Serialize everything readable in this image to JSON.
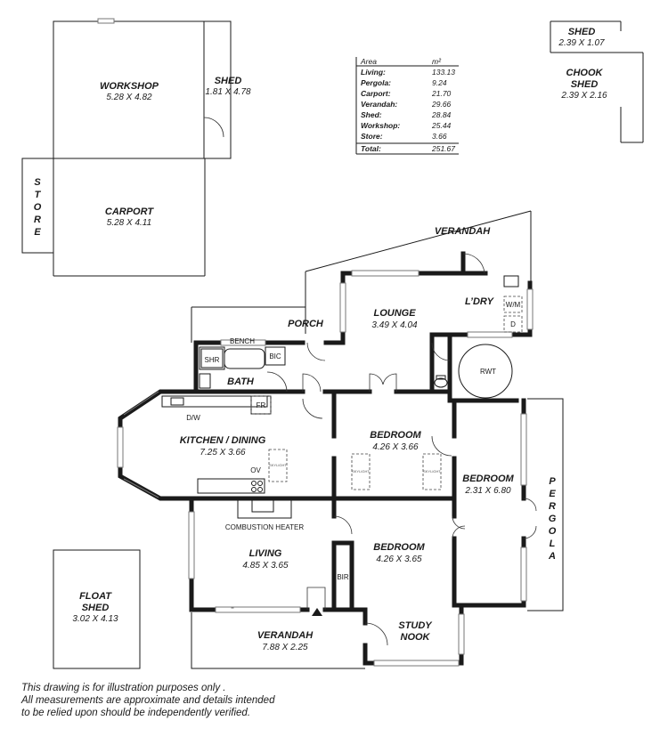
{
  "rooms": {
    "workshop": {
      "name": "WORKSHOP",
      "dims": "5.28 X 4.82"
    },
    "shed_main": {
      "name": "SHED",
      "dims": "1.81 X 4.78"
    },
    "store": {
      "name": "STORE"
    },
    "carport": {
      "name": "CARPORT",
      "dims": "5.28 X 4.11"
    },
    "shed_small": {
      "name": "SHED",
      "dims": "2.39 X 1.07"
    },
    "chook_shed": {
      "name1": "CHOOK",
      "name2": "SHED",
      "dims": "2.39 X 2.16"
    },
    "verandah_top": {
      "name": "VERANDAH"
    },
    "porch": {
      "name": "PORCH"
    },
    "lounge": {
      "name": "LOUNGE",
      "dims": "3.49 X 4.04"
    },
    "laundry": {
      "name": "L’DRY"
    },
    "bath": {
      "name": "BATH"
    },
    "kitchen_dining": {
      "name": "KITCHEN / DINING",
      "dims": "7.25 X 3.66"
    },
    "bedroom_center": {
      "name": "BEDROOM",
      "dims": "4.26 X 3.66"
    },
    "bedroom_right": {
      "name": "BEDROOM",
      "dims": "2.31 X 6.80"
    },
    "pergola": {
      "name": "PERGOLA"
    },
    "living": {
      "name": "LIVING",
      "dims": "4.85 X 3.65"
    },
    "bedroom_lower": {
      "name": "BEDROOM",
      "dims": "4.26 X 3.65"
    },
    "study_nook": {
      "name1": "STUDY",
      "name2": "NOOK"
    },
    "verandah_bottom": {
      "name": "VERANDAH",
      "dims": "7.88 X 2.25"
    },
    "float_shed": {
      "name1": "FLOAT",
      "name2": "SHED",
      "dims": "3.02 X 4.13"
    }
  },
  "fixtures": {
    "bench": "BENCH",
    "shower": "SHR",
    "bic": "BIC",
    "fridge": "FR",
    "dishwasher": "D/W",
    "oven": "OV",
    "combustion_heater": "COMBUSTION HEATER",
    "rwt": "RWT",
    "bir": "BIR",
    "washing_machine": "W/M",
    "dryer": "D",
    "skylight": "SKYLIGHT"
  },
  "area_table": {
    "header_label": "Area",
    "header_unit": "m²",
    "rows": [
      {
        "label": "Living:",
        "value": "133.13"
      },
      {
        "label": "Pergola:",
        "value": "9.24"
      },
      {
        "label": "Carport:",
        "value": "21.70"
      },
      {
        "label": "Verandah:",
        "value": "29.66"
      },
      {
        "label": "Shed:",
        "value": "28.84"
      },
      {
        "label": "Workshop:",
        "value": "25.44"
      },
      {
        "label": "Store:",
        "value": "3.66"
      }
    ],
    "total_label": "Total:",
    "total_value": "251.67"
  },
  "disclaimer": {
    "line1": "This drawing is for illustration purposes only .",
    "line2": "All measurements are approximate and details intended",
    "line3": "to be relied upon should be independently verified."
  }
}
